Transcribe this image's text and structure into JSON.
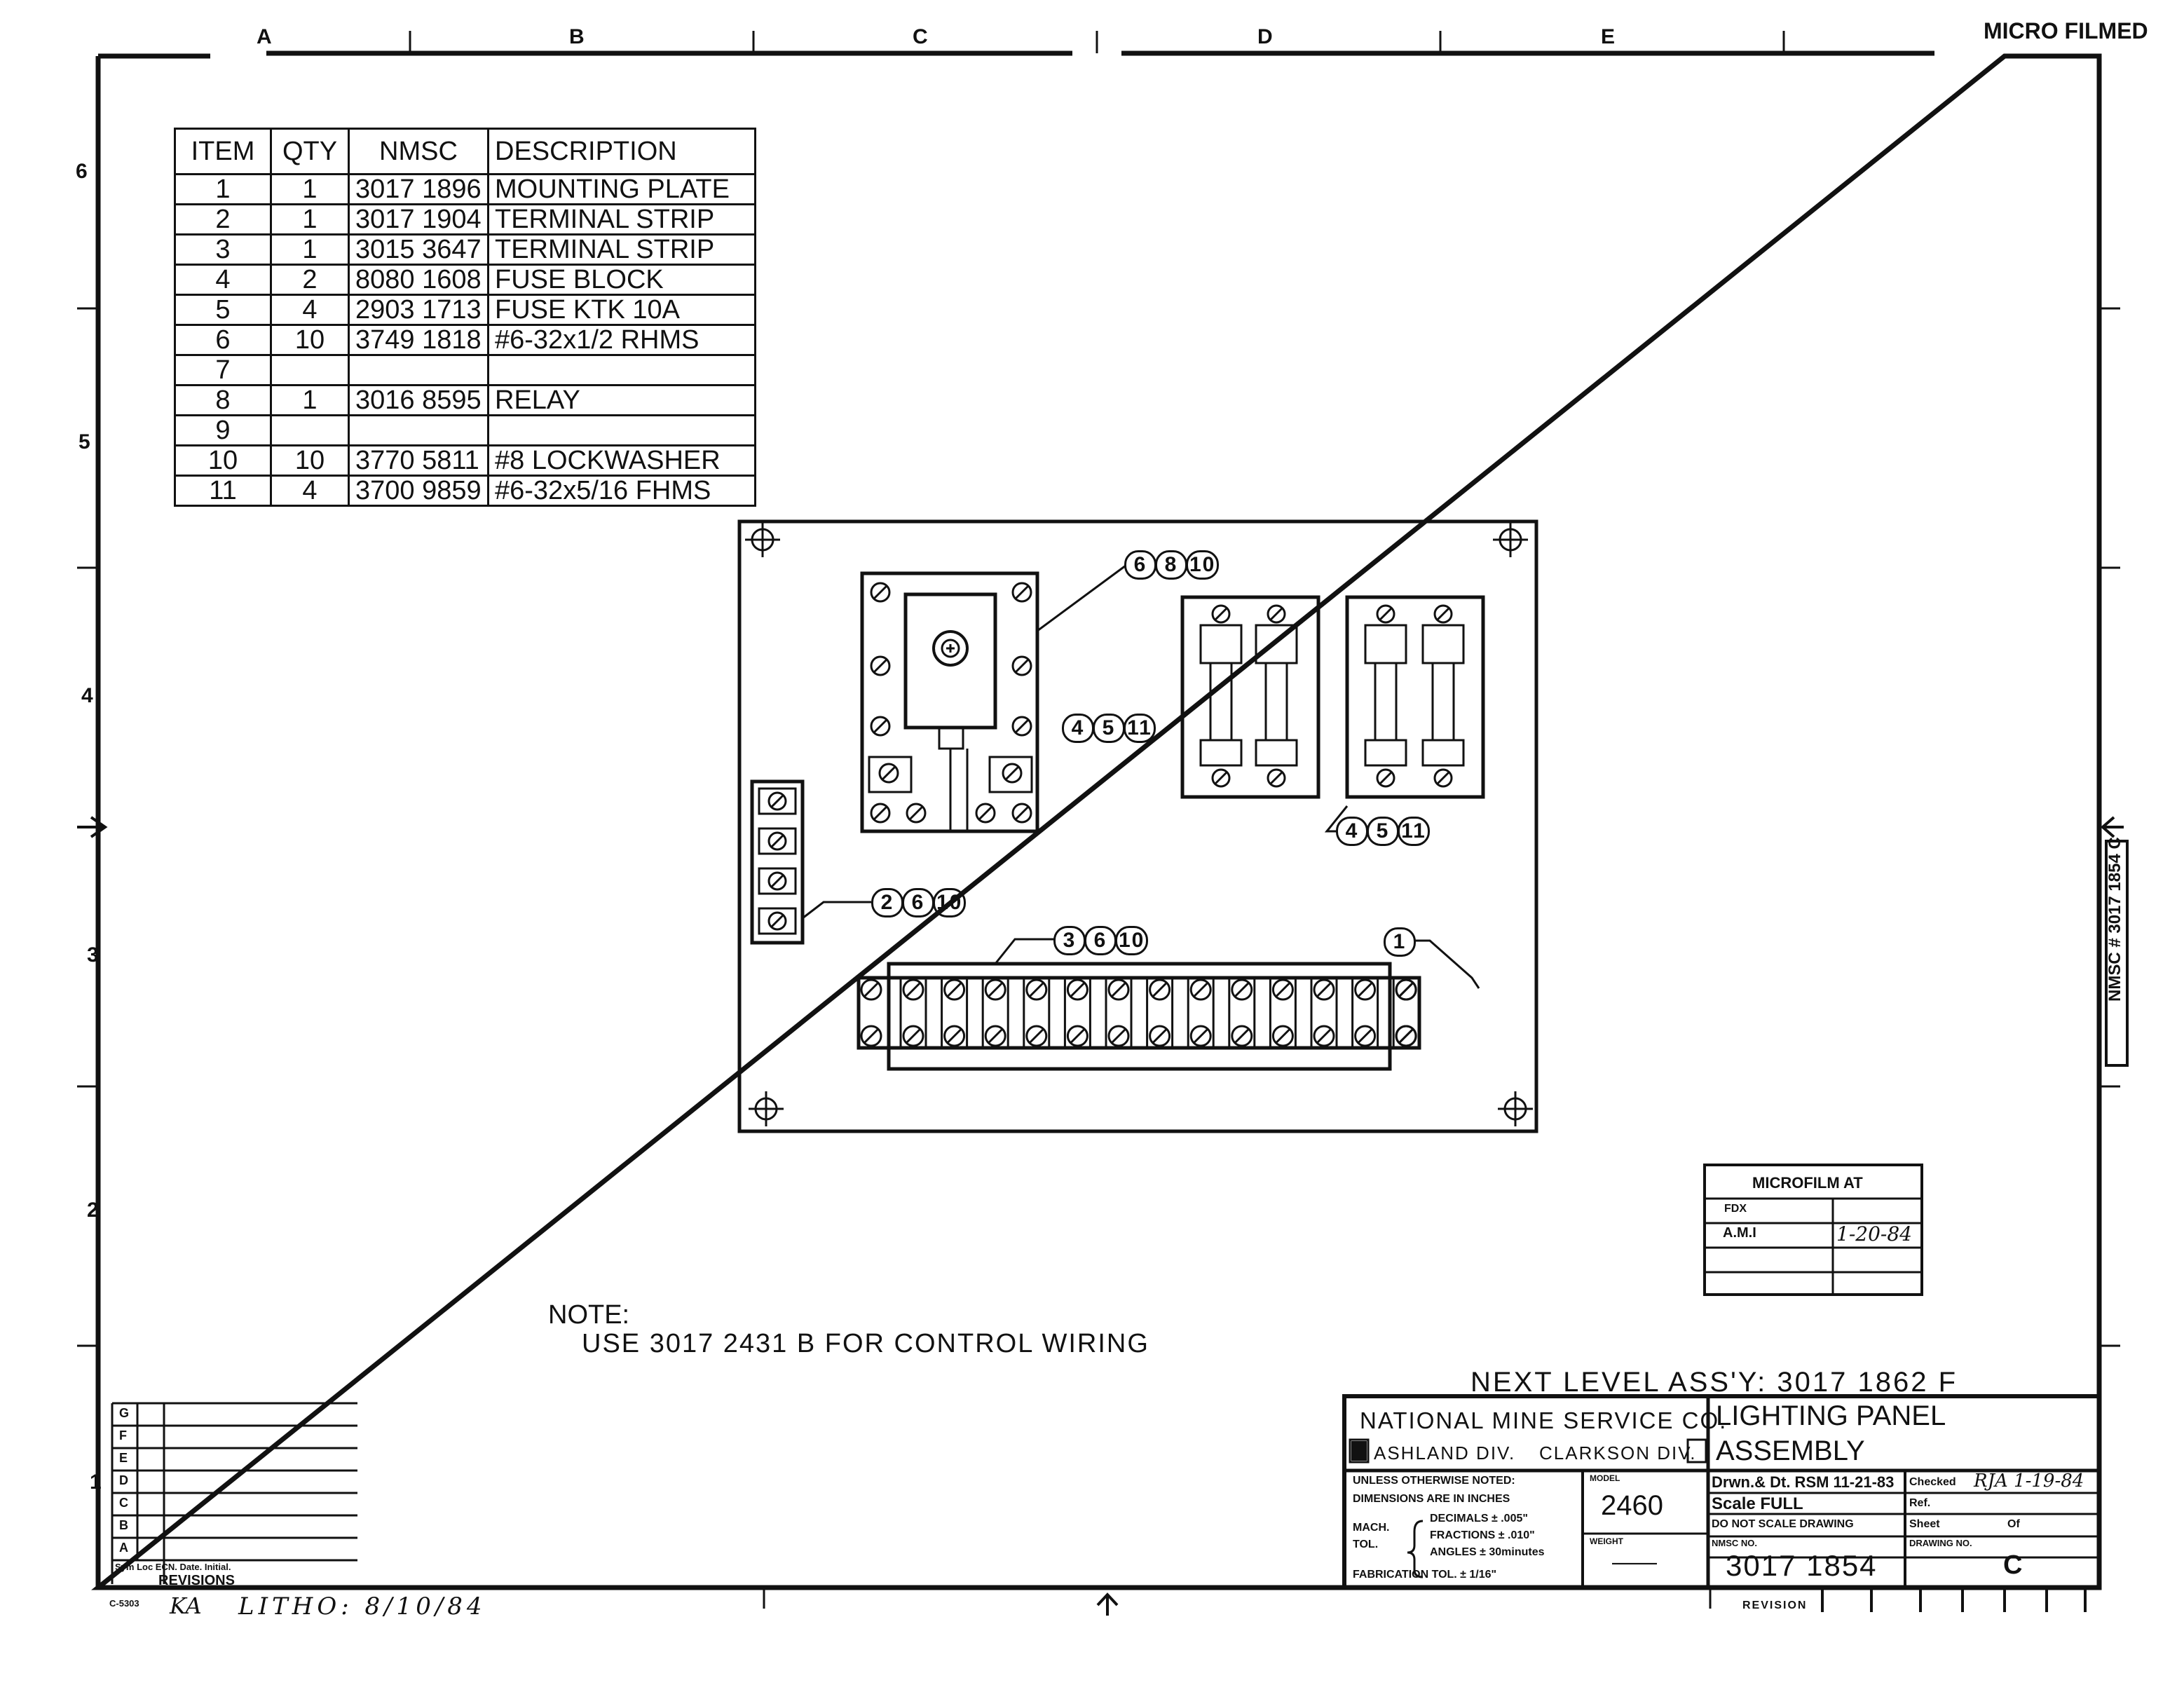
{
  "header": {
    "microfilmed_stamp": "MICRO FILMED",
    "zone_letters": [
      "A",
      "B",
      "C",
      "D",
      "E"
    ],
    "zone_numbers": [
      "6",
      "5",
      "4",
      "3",
      "2",
      "1"
    ]
  },
  "bom": {
    "columns": [
      "ITEM",
      "QTY",
      "NMSC",
      "DESCRIPTION"
    ],
    "rows": [
      {
        "item": "1",
        "qty": "1",
        "nmsc": "3017 1896",
        "desc": "MOUNTING PLATE"
      },
      {
        "item": "2",
        "qty": "1",
        "nmsc": "3017 1904",
        "desc": "TERMINAL STRIP"
      },
      {
        "item": "3",
        "qty": "1",
        "nmsc": "3015 3647",
        "desc": "TERMINAL STRIP"
      },
      {
        "item": "4",
        "qty": "2",
        "nmsc": "8080 1608",
        "desc": "FUSE BLOCK"
      },
      {
        "item": "5",
        "qty": "4",
        "nmsc": "2903 1713",
        "desc": "FUSE KTK 10A"
      },
      {
        "item": "6",
        "qty": "10",
        "nmsc": "3749 1818",
        "desc": "#6-32x1/2 RHMS"
      },
      {
        "item": "7",
        "qty": "",
        "nmsc": "",
        "desc": ""
      },
      {
        "item": "8",
        "qty": "1",
        "nmsc": "3016 8595",
        "desc": "RELAY"
      },
      {
        "item": "9",
        "qty": "",
        "nmsc": "",
        "desc": ""
      },
      {
        "item": "10",
        "qty": "10",
        "nmsc": "3770 5811",
        "desc": "#8 LOCKWASHER"
      },
      {
        "item": "11",
        "qty": "4",
        "nmsc": "3700 9859",
        "desc": "#6-32x5/16 FHMS"
      }
    ]
  },
  "callouts": {
    "relay": [
      "6",
      "8",
      "10"
    ],
    "fuse_upper": [
      "4",
      "5",
      "11"
    ],
    "fuse_lower": [
      "4",
      "5",
      "11"
    ],
    "strip_small": [
      "2",
      "6",
      "10"
    ],
    "strip_long": [
      "3",
      "6",
      "10"
    ],
    "plate": [
      "1"
    ]
  },
  "note": {
    "label": "NOTE:",
    "text": "USE 3017 2431 B  FOR CONTROL WIRING"
  },
  "microfilm_box": {
    "title": "MICROFILM  AT",
    "row1": "FDX",
    "row2_label": "A.M.I",
    "row2_date": "1-20-84"
  },
  "side_tab": "NMSC # 3017 1854 C",
  "revisions": {
    "letters": [
      "G",
      "F",
      "E",
      "D",
      "C",
      "B",
      "A"
    ],
    "footer": "Sym Loc  ECN. Date. Initial.",
    "label": "REVISIONS"
  },
  "bottom_left": {
    "code": "C-5303",
    "litho": "LITHO: 8/10/84",
    "initials": "KA"
  },
  "title_block": {
    "next_level": "NEXT  LEVEL  ASS'Y: 3017  1862 F",
    "company": "NATIONAL  MINE  SERVICE  CO.",
    "division_1": "ASHLAND  DIV.",
    "division_2": "CLARKSON  DIV.",
    "title_1": "LIGHTING  PANEL",
    "title_2": "ASSEMBLY",
    "tolerance_1": "UNLESS  OTHERWISE  NOTED:",
    "tolerance_2": "DIMENSIONS  ARE  IN  INCHES",
    "mach_tol": "MACH. TOL.",
    "decimals": "DECIMALS ± .005\"",
    "fractions": "FRACTIONS ± .010\"",
    "angles": "ANGLES ± 30minutes",
    "fab_tol": "FABRICATION TOL. ± 1/16\"",
    "model_label": "MODEL",
    "model": "2460",
    "weight_label": "WEIGHT",
    "weight": "——",
    "drawn": "Drwn.& Dt. RSM  11-21-83",
    "checked_label": "Checked",
    "checked": "RJA  1-19-84",
    "scale": "Scale  FULL",
    "ref": "Ref.",
    "no_scale": "DO NOT SCALE DRAWING",
    "sheet": "Sheet",
    "of": "Of",
    "nmsc_label": "NMSC NO.",
    "nmsc_no": "3017  1854",
    "drawing_label": "DRAWING NO.",
    "drawing_rev": "C",
    "revision_label": "REVISION"
  }
}
